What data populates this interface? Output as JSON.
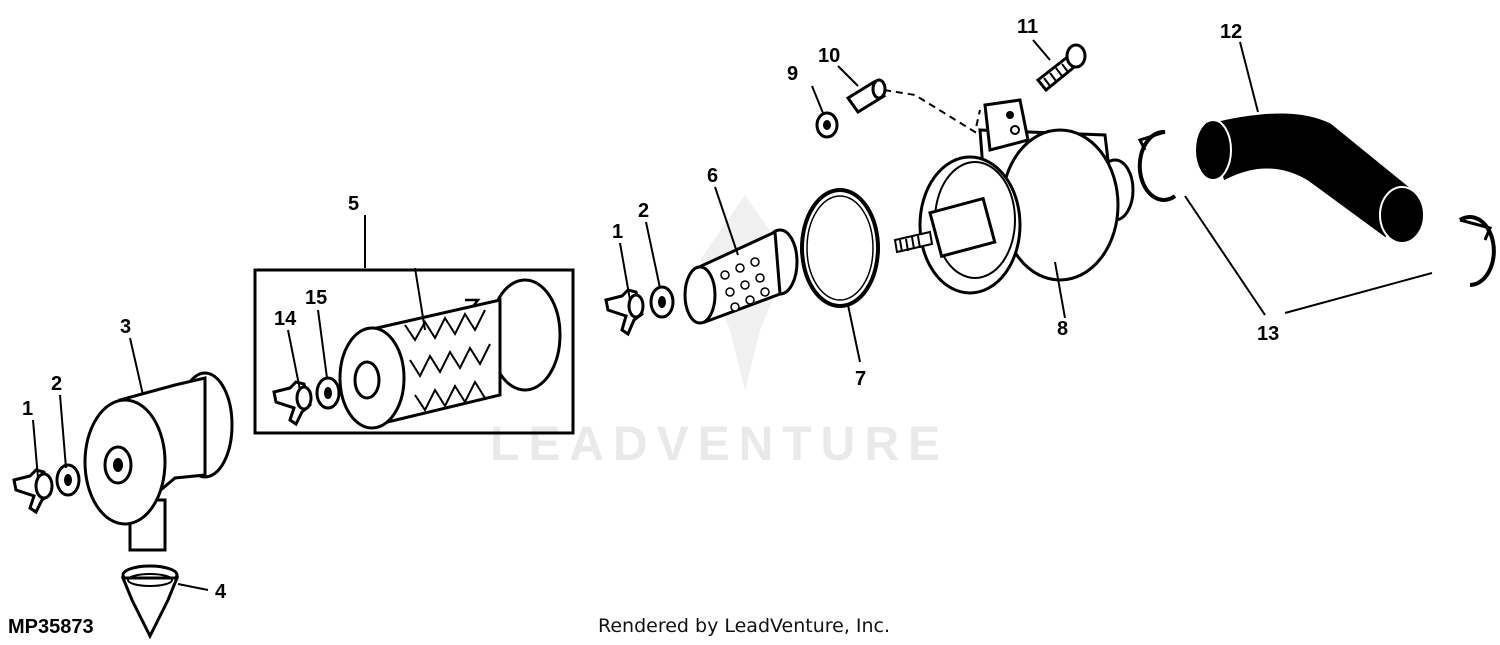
{
  "diagram": {
    "callouts": {
      "c1a": "1",
      "c2a": "2",
      "c3": "3",
      "c4": "4",
      "c5": "5",
      "c14": "14",
      "c15": "15",
      "c1b": "1",
      "c2b": "2",
      "c6": "6",
      "c7": "7",
      "c8": "8",
      "c9": "9",
      "c10": "10",
      "c11": "11",
      "c12": "12",
      "c13": "13"
    },
    "figure_id": "MP35873",
    "credit": "Rendered by LeadVenture, Inc.",
    "watermark": "LEADVENTURE"
  }
}
